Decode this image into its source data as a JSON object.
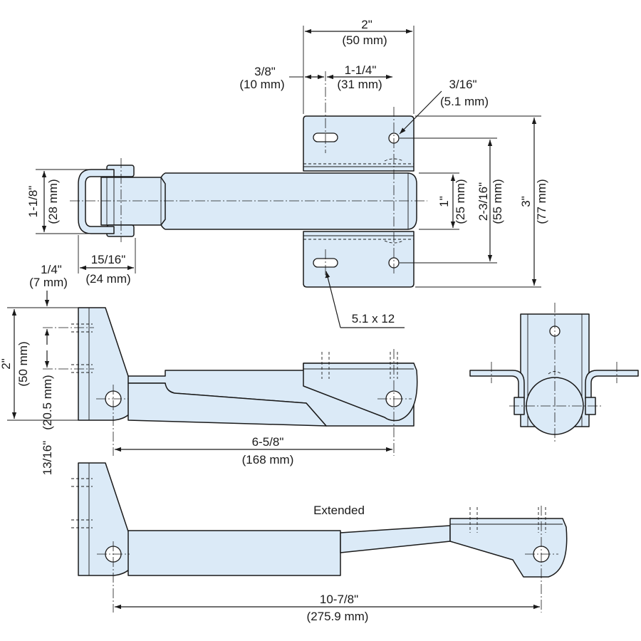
{
  "colors": {
    "part_fill": "#dbeaf7",
    "line": "#1a1a1a",
    "background": "#ffffff"
  },
  "top_view": {
    "width_in": "2\"",
    "width_mm": "(50 mm)",
    "offset_in": "3/8\"",
    "offset_mm": "(10 mm)",
    "slot_pitch_in": "1-1/4\"",
    "slot_pitch_mm": "(31 mm)",
    "hole_dia_in": "3/16\"",
    "hole_dia_mm": "(5.1 mm)",
    "slot_size": "5.1 x 12",
    "pin_height_in": "1-1/8\"",
    "pin_height_mm": "(28 mm)",
    "pin_width_in": "15/16\"",
    "pin_width_mm": "(24 mm)",
    "bar_height_in": "1\"",
    "bar_height_mm": "(25 mm)",
    "hole_spacing_in": "2-3/16\"",
    "hole_spacing_mm": "(55 mm)",
    "overall_height_in": "3\"",
    "overall_height_mm": "(77 mm)"
  },
  "side_view": {
    "top_offset_in": "1/4\"",
    "top_offset_mm": "(7 mm)",
    "height_in": "2\"",
    "height_mm": "(50 mm)",
    "pivot_height_in": "13/16\"",
    "pivot_height_mm": "(20.5 mm)",
    "closed_length_in": "6-5/8\"",
    "closed_length_mm": "(168 mm)"
  },
  "extended_view": {
    "label": "Extended",
    "length_in": "10-7/8\"",
    "length_mm": "(275.9 mm)"
  }
}
